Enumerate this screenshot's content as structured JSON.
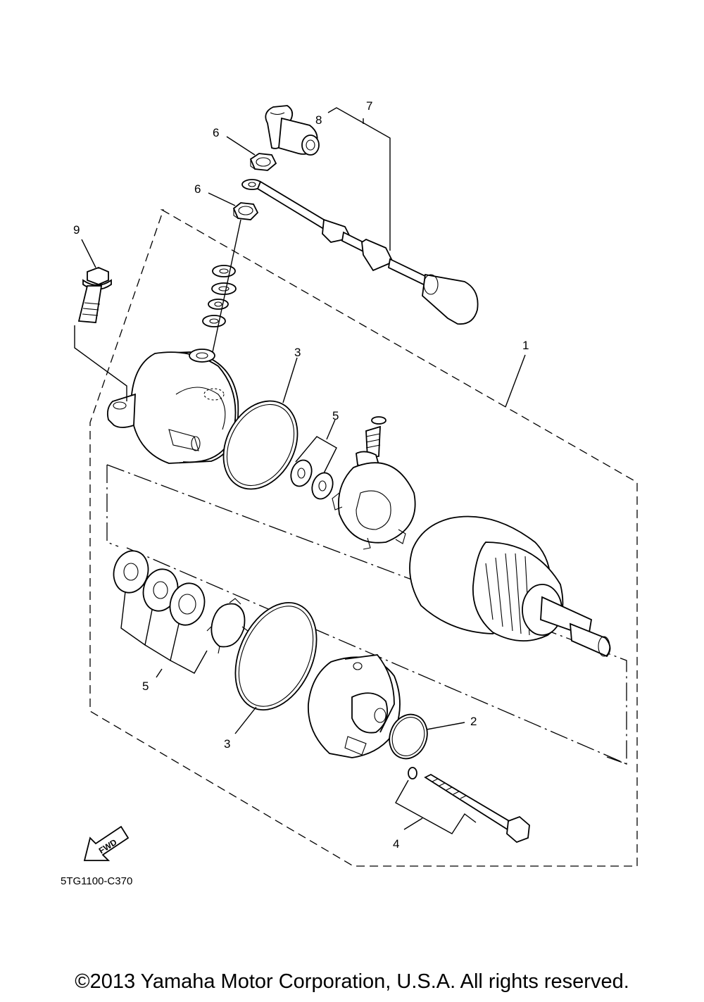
{
  "diagram": {
    "diagram_code": "5TG1100-C370",
    "fwd_label": "FWD",
    "copyright": "©2013 Yamaha Motor Corporation, U.S.A. All rights reserved.",
    "callouts": {
      "c1": "1",
      "c2": "2",
      "c3_top": "3",
      "c3_bottom": "3",
      "c4": "4",
      "c5_top": "5",
      "c5_bottom": "5",
      "c6_top": "6",
      "c6_bottom": "6",
      "c7": "7",
      "c8": "8",
      "c9": "9"
    }
  }
}
